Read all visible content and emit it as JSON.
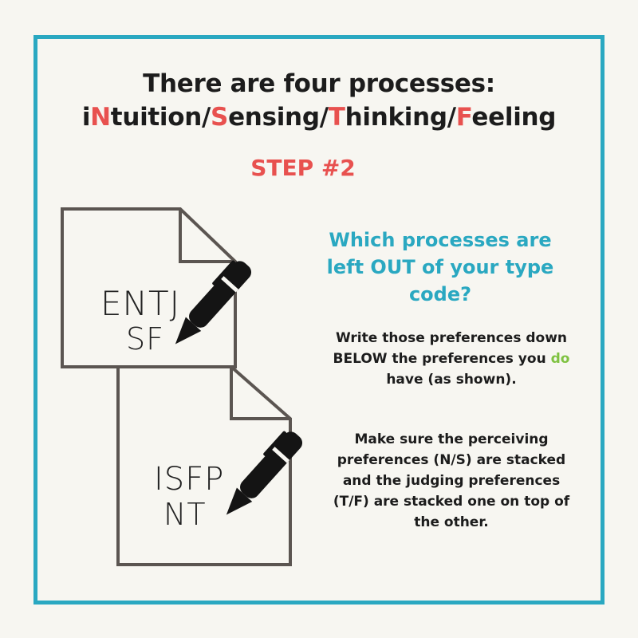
{
  "heading": {
    "line1": "There are four processes:",
    "line2": [
      {
        "text": "i",
        "accent": false
      },
      {
        "text": "N",
        "accent": true
      },
      {
        "text": "tuition/",
        "accent": false
      },
      {
        "text": "S",
        "accent": true
      },
      {
        "text": "ensing/",
        "accent": false
      },
      {
        "text": "T",
        "accent": true
      },
      {
        "text": "hinking/",
        "accent": false
      },
      {
        "text": "F",
        "accent": true
      },
      {
        "text": "eeling",
        "accent": false
      }
    ]
  },
  "step": "STEP #2",
  "question": {
    "line1": "Which processes are",
    "line2": "left OUT of your type",
    "line3": "code?"
  },
  "instruction1": {
    "line1": "Write those preferences down",
    "line2_before": "BELOW the preferences you ",
    "line2_highlight": "do",
    "line3": "have (as shown)."
  },
  "instruction2": {
    "line1": "Make sure the perceiving",
    "line2": "preferences (N/S) are stacked",
    "line3": "and the judging preferences",
    "line4": "(T/F) are stacked one on top of",
    "line5": "the other."
  },
  "papers": {
    "back": {
      "type_code": "ENTJ",
      "left_out": "SF"
    },
    "front": {
      "type_code": "ISFP",
      "left_out": "NT"
    }
  },
  "icons": [
    "paper-icon",
    "pen-icon"
  ],
  "colors": {
    "frame": "#2aa8c1",
    "accent_red": "#e8514f",
    "question_blue": "#2aa8c1",
    "highlight_green": "#7fc241",
    "text_dark": "#1c1c1c",
    "background": "#f7f6f1"
  }
}
